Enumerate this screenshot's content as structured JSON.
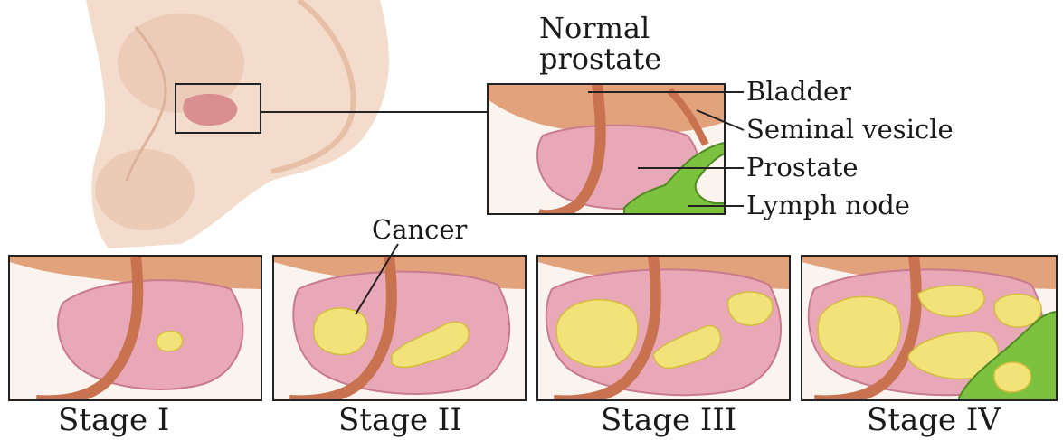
{
  "title_lines": [
    "Normal",
    "prostate"
  ],
  "part_labels": {
    "bladder": "Bladder",
    "seminal_vesicle": "Seminal vesicle",
    "prostate": "Prostate",
    "lymph_node": "Lymph node"
  },
  "cancer_label": "Cancer",
  "stages": [
    "Stage I",
    "Stage II",
    "Stage III",
    "Stage IV"
  ],
  "colors": {
    "skin": "#f3dccb",
    "skin_shadow": "#e6bfa6",
    "bladder": "#e2a27c",
    "prostate": "#e8a8b8",
    "urethra": "#c9724f",
    "tumor": "#f1e27a",
    "lymph": "#7dc23f",
    "frame": "#222222"
  }
}
